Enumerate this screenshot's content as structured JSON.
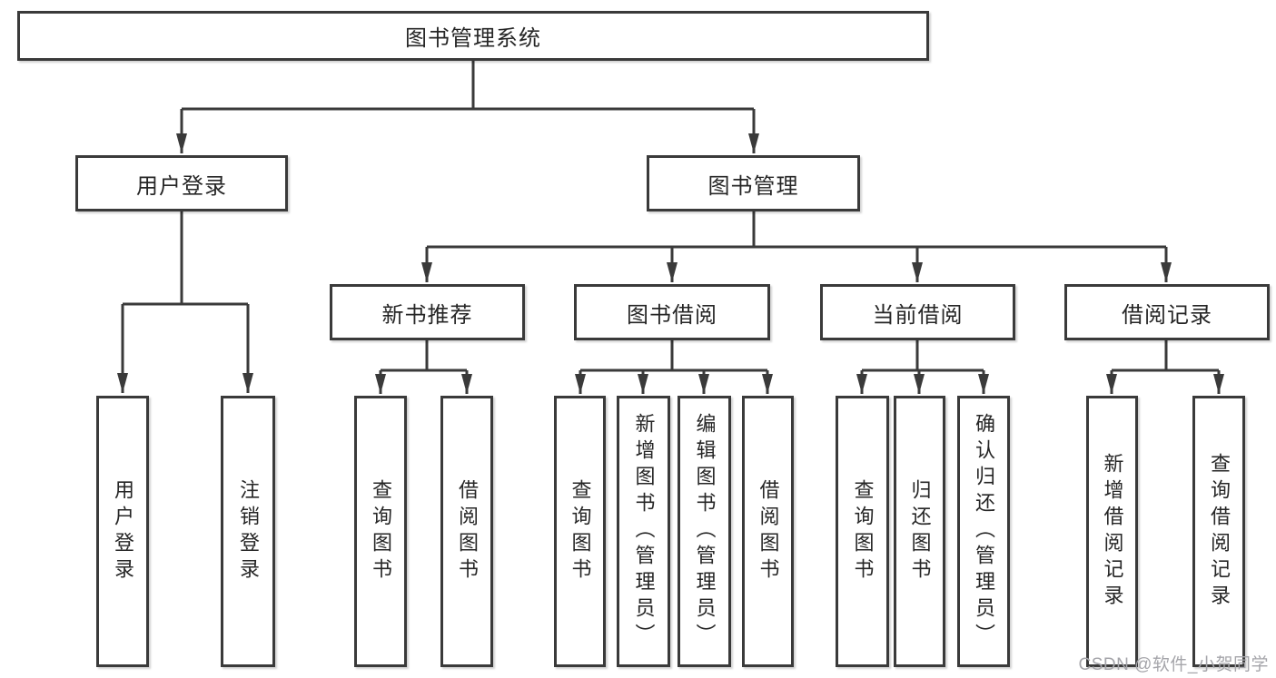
{
  "diagram": {
    "type": "hierarchy-tree",
    "colors": {
      "line": "#3a3a3a",
      "box_border": "#3a3a3a",
      "box_background": "#ffffff",
      "text": "#262626",
      "watermark": "#a5a5aa"
    }
  },
  "nodes": {
    "root": {
      "label": "图书管理系统"
    },
    "level2": [
      {
        "label": "用户登录",
        "parent": "图书管理系统"
      },
      {
        "label": "图书管理",
        "parent": "图书管理系统"
      }
    ],
    "level3": [
      {
        "label": "新书推荐",
        "parent": "图书管理"
      },
      {
        "label": "图书借阅",
        "parent": "图书管理"
      },
      {
        "label": "当前借阅",
        "parent": "图书管理"
      },
      {
        "label": "借阅记录",
        "parent": "图书管理"
      }
    ],
    "leaves": [
      {
        "label": "用户登录",
        "parent": "用户登录"
      },
      {
        "label": "注销登录",
        "parent": "用户登录"
      },
      {
        "label": "查询图书",
        "parent": "新书推荐"
      },
      {
        "label": "借阅图书",
        "parent": "新书推荐"
      },
      {
        "label": "查询图书",
        "parent": "图书借阅"
      },
      {
        "label": "新增图书（管理员）",
        "parent": "图书借阅"
      },
      {
        "label": "编辑图书（管理员）",
        "parent": "图书借阅"
      },
      {
        "label": "借阅图书",
        "parent": "图书借阅"
      },
      {
        "label": "查询图书",
        "parent": "当前借阅"
      },
      {
        "label": "归还图书",
        "parent": "当前借阅"
      },
      {
        "label": "确认归还（管理员）",
        "parent": "当前借阅"
      },
      {
        "label": "新增借阅记录",
        "parent": "借阅记录"
      },
      {
        "label": "查询借阅记录",
        "parent": "借阅记录"
      }
    ]
  },
  "watermark": {
    "text": "CSDN @软件_小贺同学"
  }
}
